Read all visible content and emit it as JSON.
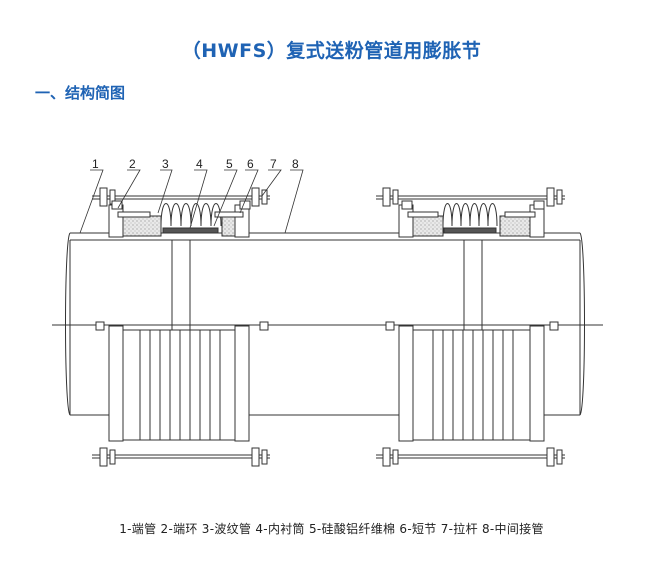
{
  "title": "（HWFS）复式送粉管道用膨胀节",
  "section_heading": "一、结构简图",
  "callouts": [
    "1",
    "2",
    "3",
    "4",
    "5",
    "6",
    "7",
    "8"
  ],
  "caption": "1-端管  2-端环  3-波纹管  4-内衬筒  5-硅酸铝纤维棉  6-短节  7-拉杆  8-中间接管",
  "colors": {
    "title": "#1f63b4",
    "line": "#333333",
    "insulation": "#d7d7d7"
  }
}
